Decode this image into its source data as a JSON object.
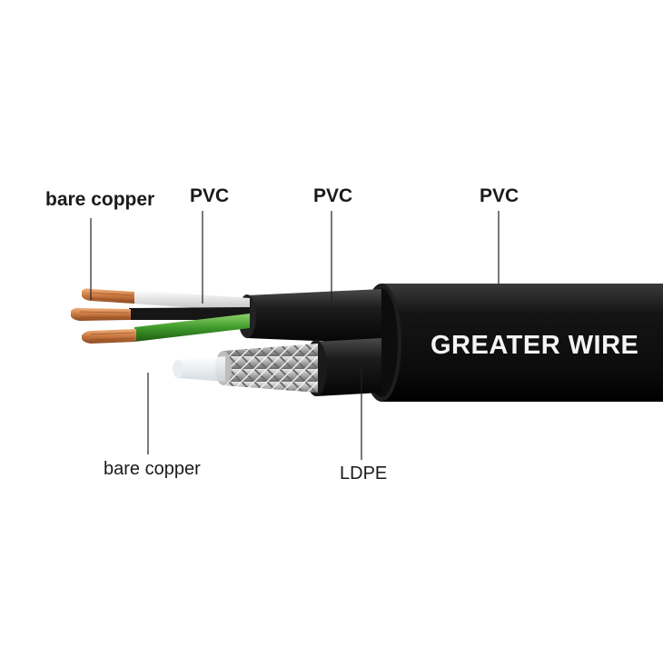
{
  "labels": {
    "conductor_top": "bare copper",
    "pvc_inner": "PVC",
    "pvc_middle": "PVC",
    "pvc_outer": "PVC",
    "conductor_bottom": "bare copper",
    "ldpe": "LDPE"
  },
  "brand_text": "GREATER WIRE",
  "colors": {
    "outer_jacket": "#111111",
    "copper": "#c9773f",
    "core_white": "#ececec",
    "core_green": "#3f9a2c",
    "core_black": "#1a1a1a",
    "braid": "#b9b9b9",
    "brand_text": "#f4f4f4"
  }
}
